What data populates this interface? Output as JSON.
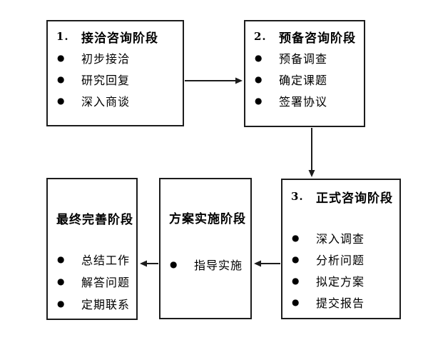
{
  "diagram": {
    "background_color": "#ffffff",
    "line_color": "#1c1c1c",
    "bullet_glyph": "●",
    "boxes": [
      {
        "number": "1.",
        "title": "接洽咨询阶段",
        "items": [
          "初步接洽",
          "研究回复",
          "深入商谈"
        ]
      },
      {
        "number": "2.",
        "title": "预备咨询阶段",
        "items": [
          "预备调查",
          "确定课题",
          "签署协议"
        ]
      },
      {
        "number": "3.",
        "title": "正式咨询阶段",
        "items": [
          "深入调查",
          "分析问题",
          "拟定方案",
          "提交报告"
        ]
      },
      {
        "number": "",
        "title": "方案实施阶段",
        "items": [
          "指导实施"
        ]
      },
      {
        "number": "",
        "title": "最终完善阶段",
        "items": [
          "总结工作",
          "解答问题",
          "定期联系"
        ]
      }
    ],
    "flow": [
      "box1 -> box2",
      "box2 -> box3",
      "box3 -> box4",
      "box4 -> box5"
    ]
  }
}
